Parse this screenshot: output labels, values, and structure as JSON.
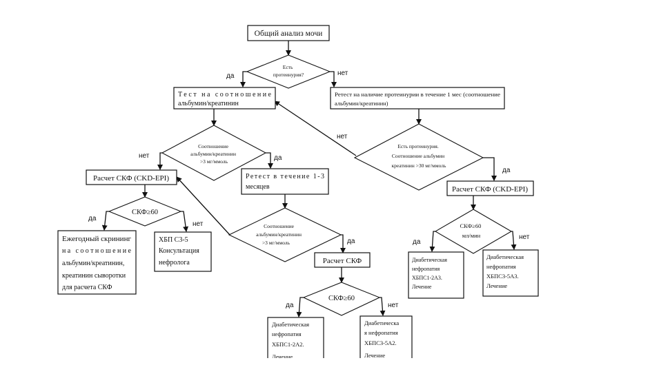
{
  "nodes": {
    "start": "Общий анализ мочи",
    "d_prot": [
      "Есть",
      "протеинурия?"
    ],
    "test_ratio": [
      "Тест на соотношение",
      "альбумин/креатинин"
    ],
    "retest_month": [
      "Ретест на наличие протеинурии в течение 1 мес (соотношение",
      "альбумин/креатинин)"
    ],
    "d_ratio3": [
      "Соотношение",
      "альбумин/креатинин",
      ">3 мг/ммоль"
    ],
    "d_prot30": [
      "Есть протеинурия.",
      "Соотношение альбумин",
      "креатинин >30 мг/ммоль"
    ],
    "gfr_left": "Расчет СКФ (CKD-EPI)",
    "retest_1_3": [
      "Ретест в течение 1-3",
      "месяцев"
    ],
    "gfr_right": "Расчет СКФ (CKD-EPI)",
    "d_gfr60_left": "СКФ≥60",
    "d_ratio3_b": [
      "Соотношение",
      "альбумин/креатинин",
      ">3 мг/ммоль"
    ],
    "d_gfr60_right": [
      "СКФ≥60",
      "мл/мин"
    ],
    "screening": [
      "Ежегодный скрининг",
      "на соотношение",
      "альбумин/креатинин,",
      "креатинин сыворотки",
      "для расчета СКФ"
    ],
    "ckd35": [
      "ХБП С3-5",
      "Консультация",
      "нефролога"
    ],
    "gfr_mid": "Расчет СКФ",
    "dn_r1": [
      "Диабетическая",
      "нефропатия",
      "ХБПС1-2А3.",
      "Лечение"
    ],
    "dn_r2": [
      "Диабетическая",
      "нефропатия",
      "ХБПС3-5А3.",
      "Лечение"
    ],
    "d_gfr60_mid": "СКФ≥60",
    "dn_b1": [
      "Диабетическая",
      "нефропатия",
      "ХБПС1-2А2.",
      "Лечение"
    ],
    "dn_b2": [
      "Диабетическа",
      "я нефропатия",
      "ХБПС3-5А2.",
      "Лечение"
    ]
  },
  "edge_labels": {
    "yes": "да",
    "no": "нет"
  }
}
